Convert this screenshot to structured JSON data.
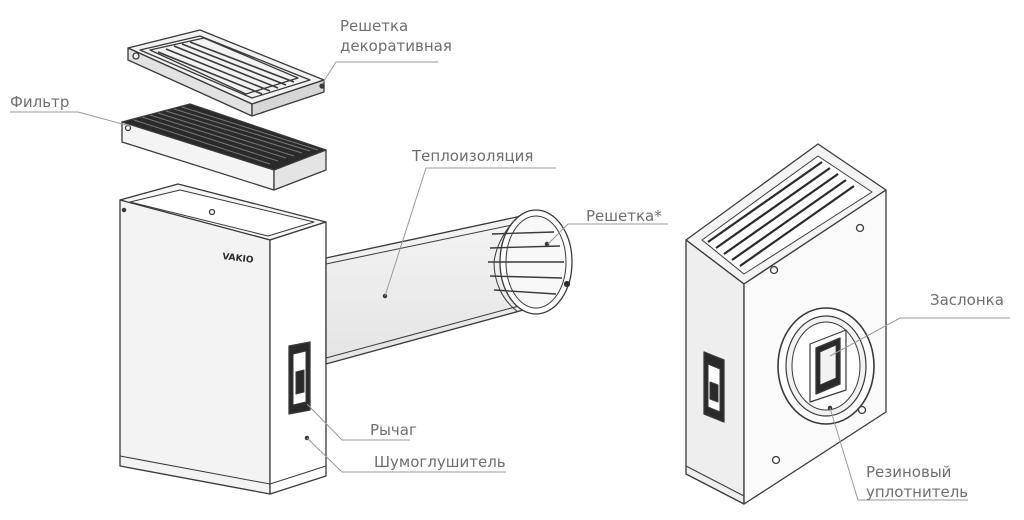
{
  "labels": {
    "grille_decorative": [
      "Решетка",
      "декоративная"
    ],
    "filter": "Фильтр",
    "thermal_insulation": "Теплоизоляция",
    "grille": "Решетка*",
    "damper": "Заслонка",
    "lever": "Рычаг",
    "silencer": "Шумоглушитель",
    "rubber_seal": [
      "Резиновый",
      "уплотнитель"
    ]
  },
  "logo_text": "VAKIO",
  "colors": {
    "label": "#6e6e6e",
    "line": "#3a3a3a",
    "leader": "#9a9a9a",
    "shade": "#d8d8d8",
    "dark": "#2a2a2a"
  }
}
